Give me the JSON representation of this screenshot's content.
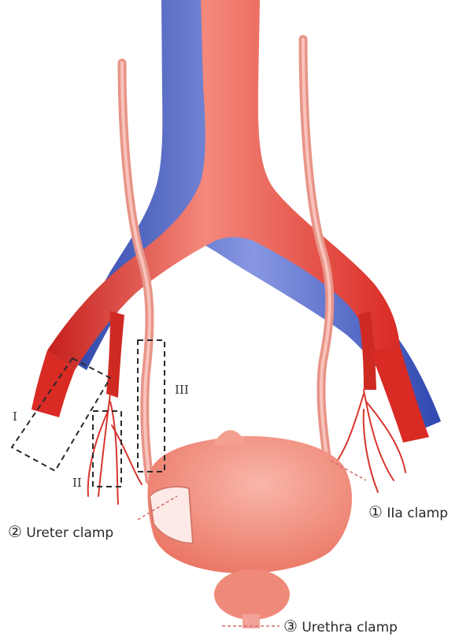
{
  "labels": {
    "region_1": "I",
    "region_2": "II",
    "region_3": "III",
    "clamp_1_number": "①",
    "clamp_1_text": "IIa clamp",
    "clamp_2_number": "②",
    "clamp_2_text": "Ureter clamp",
    "clamp_3_number": "③",
    "clamp_3_text": "Urethra clamp"
  },
  "colors": {
    "artery": "#e0322a",
    "artery_highlight": "#f07a6e",
    "vein": "#3a52b8",
    "vein_highlight": "#7a8fe0",
    "ureter": "#f2a39a",
    "bladder": "#f08878",
    "bladder_highlight": "#f8b0a4",
    "dashed_box": "#2a2a2a",
    "clamp_line": "#d06a6a"
  }
}
